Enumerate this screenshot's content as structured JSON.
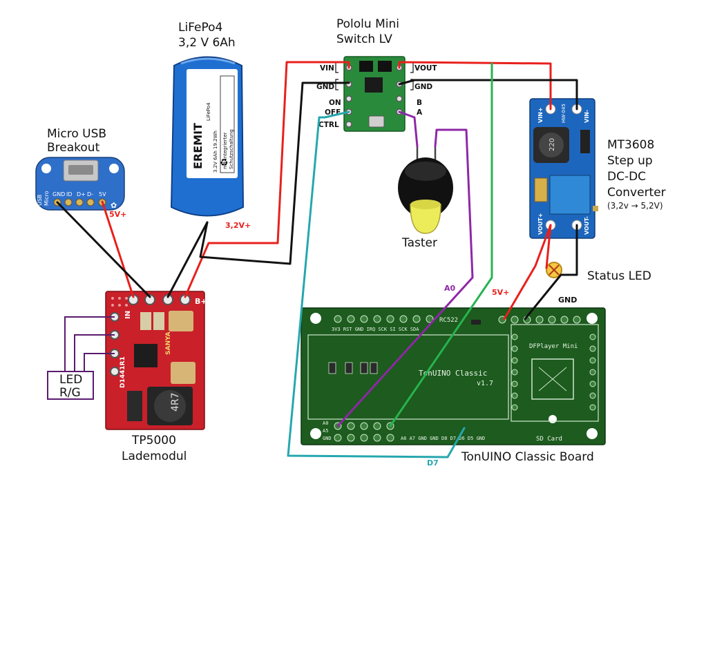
{
  "components": {
    "usb": {
      "title_line1": "Micro USB",
      "title_line2": "Breakout",
      "side_text_1": "USB",
      "side_text_2": "Micro",
      "pins": [
        "GND",
        "ID",
        "D+",
        "D-",
        "5V"
      ]
    },
    "battery": {
      "title_line1": "LiFePo4",
      "title_line2": "3,2 V 6Ah",
      "brand": "EREMIT",
      "spec_line1": "LiFePo4",
      "spec_line2": "3.2V 6Ah 19.2Wh",
      "spec_line3": "mit integrierter",
      "spec_line4": "Schutzschaltung"
    },
    "switch": {
      "title_line1": "Pololu Mini",
      "title_line2": "Switch LV",
      "pins_left": [
        "VIN",
        "GND",
        "ON",
        "OFF",
        "CTRL"
      ],
      "pins_right": [
        "VOUT",
        "GND",
        "B",
        "A"
      ]
    },
    "button": {
      "title": "Taster"
    },
    "stepup": {
      "title_line1": "MT3608",
      "title_line2": "Step up",
      "title_line3": "DC-DC",
      "title_line4": "Converter",
      "subtitle": "(3,2v → 5,2V)",
      "pin_vin_minus": "VIN-",
      "pin_vin_plus": "VIN+",
      "pin_vout_plus": "VOUT+",
      "pin_vout_minus": "VOUT-",
      "coil_text": "220",
      "chip_text": "HW-045"
    },
    "status_led": {
      "title": "Status LED"
    },
    "charger": {
      "title_line1": "TP5000",
      "title_line2": "Lademodul",
      "pin_b": "B+",
      "pin_n": "IN",
      "chip_text": "SANYA",
      "coil_text": "4R7",
      "side_text": "D1441R1"
    },
    "led_box": {
      "line1": "LED",
      "line2": "R/G"
    },
    "board": {
      "title": "TonUINO Classic Board",
      "silk_title": "TonUINO Classic",
      "silk_version": "v1.7",
      "rc522": "RC522",
      "dfplayer": "DFPlayer Mini",
      "sdcard": "SD Card",
      "top_pins": "3V3 RST GND IRQ SCK SI SCK SDA",
      "bottom_pins": "A6 A7 GND GND D8 D7 D6 D5 GND",
      "left_pins": [
        "A0",
        "A5",
        "GND"
      ]
    }
  },
  "wire_labels": {
    "usb_5v": "5V+",
    "battery_3v2": "3,2V+",
    "a0": "A0",
    "d7": "D7",
    "board_5v": "5V+",
    "board_gnd": "GND"
  },
  "colors": {
    "red": "#e8201c",
    "black": "#111111",
    "purple": "#8e27a6",
    "green": "#27b350",
    "teal": "#25a7ae",
    "dark_purple": "#5a1a6e",
    "pcb_green": "#1d5b1e",
    "module_red": "#c9202a",
    "stepup_blue": "#1d66bd",
    "battery_blue": "#1f6fd1"
  }
}
